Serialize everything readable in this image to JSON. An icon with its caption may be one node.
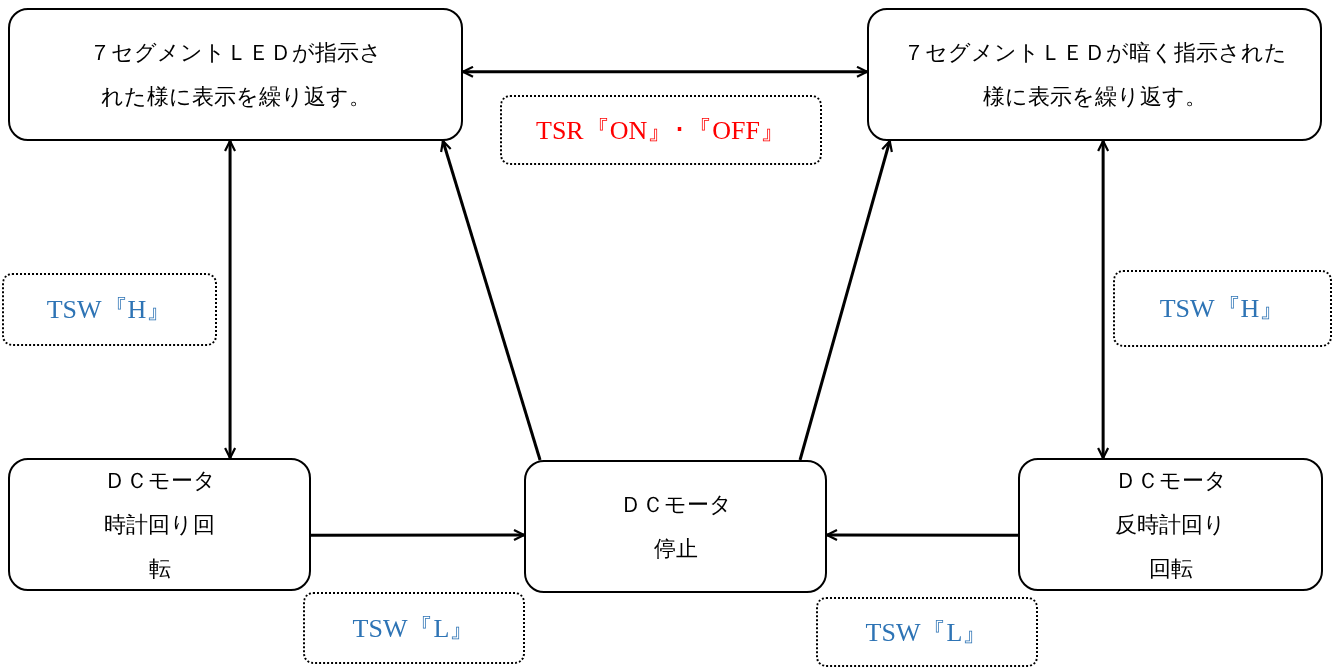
{
  "diagram": {
    "nodes": [
      {
        "text": [
          "７セグメントＬＥＤが指示された様に表示を繰り返す。"
        ]
      },
      {
        "text": [
          "７セグメントＬＥＤが暗く指示された様に表示を繰り返す。"
        ]
      },
      {
        "text": [
          "TSR『ON』･『OFF』"
        ]
      },
      {
        "text": [
          "TSW『H』"
        ]
      },
      {
        "text": [
          "TSW『H』"
        ]
      },
      {
        "text": [
          "ＤＣモータ時計回り回転"
        ]
      },
      {
        "text": [
          "ＤＣモータ停止"
        ]
      },
      {
        "text": [
          "ＤＣモータ反時計回り回転"
        ]
      },
      {
        "text": [
          "TSW『L』"
        ]
      },
      {
        "text": [
          "TSW『L』"
        ]
      }
    ],
    "edges": [
      {
        "from": 0,
        "to": 1,
        "arrow": "both"
      },
      {
        "from": 0,
        "to": 5,
        "arrow": "both"
      },
      {
        "from": 1,
        "to": 7,
        "arrow": "both"
      },
      {
        "from": 5,
        "to": 6,
        "arrow": "to"
      },
      {
        "from": 7,
        "to": 6,
        "arrow": "to"
      },
      {
        "from": 6,
        "to": 0,
        "arrow": "to"
      },
      {
        "from": 6,
        "to": 1,
        "arrow": "to"
      }
    ]
  }
}
